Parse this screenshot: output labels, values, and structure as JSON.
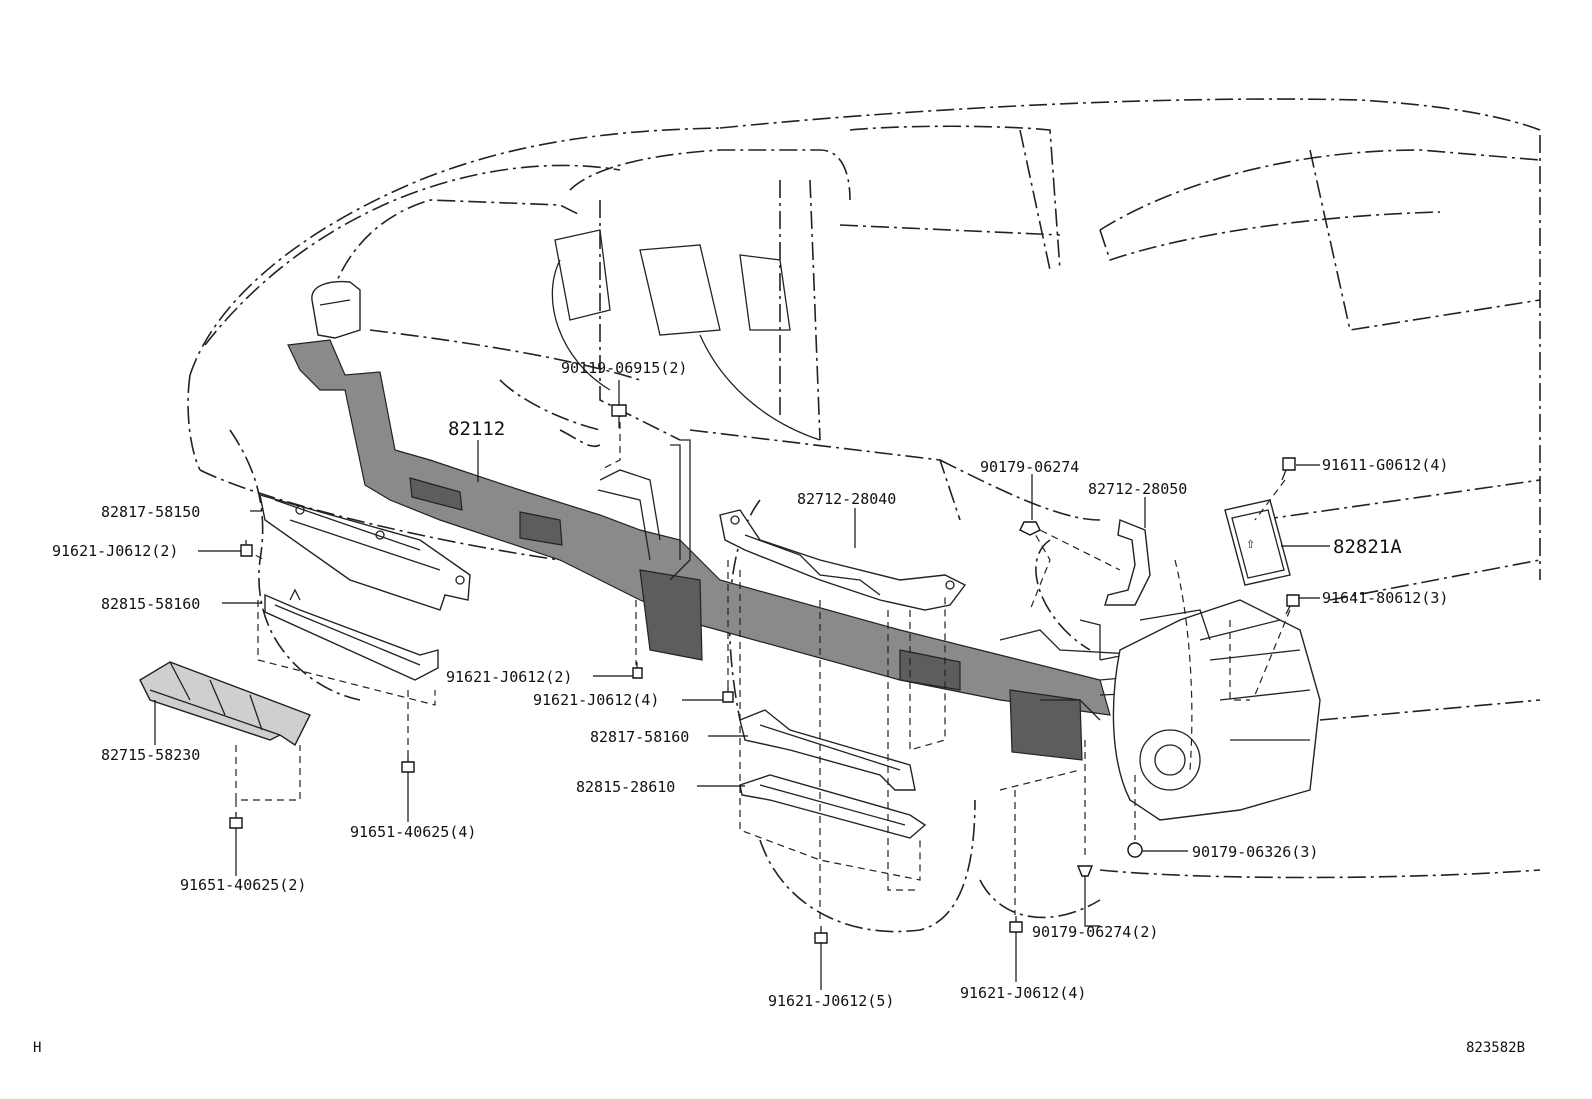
{
  "diagram": {
    "callouts": {
      "c90119": "90119-06915(2)",
      "c82112": "82112",
      "c82817a": "82817-58150",
      "c91621a": "91621-J0612(2)",
      "c82815a": "82815-58160",
      "c82715": "82715-58230",
      "c91651a": "91651-40625(2)",
      "c91651b": "91651-40625(4)",
      "c91621b": "91621-J0612(2)",
      "c91621c": "91621-J0612(4)",
      "c82817b": "82817-58160",
      "c82815b": "82815-28610",
      "c82712a": "82712-28040",
      "c90179a": "90179-06274",
      "c82712b": "82712-28050",
      "c91611": "91611-G0612(4)",
      "c82821": "82821A",
      "c91641": "91641-80612(3)",
      "c90179b": "90179-06326(3)",
      "c90179c": "90179-06274(2)",
      "c91621d": "91621-J0612(5)",
      "c91621e": "91621-J0612(4)"
    },
    "page_marker": "H",
    "figure_code": "823582B",
    "arrow_glyph": "⇧"
  }
}
